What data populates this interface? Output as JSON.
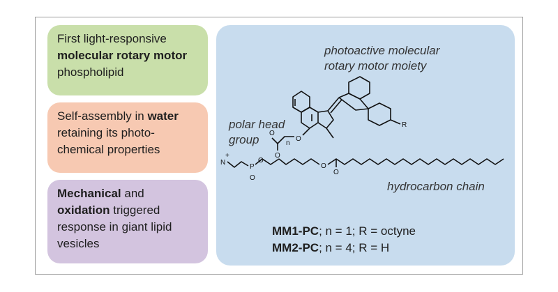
{
  "boxes": [
    {
      "parts": [
        {
          "t": "First light-responsive",
          "b": false,
          "br": true
        },
        {
          "t": "molecular rotary motor",
          "b": true,
          "br": true
        },
        {
          "t": "phospholipid",
          "b": false,
          "br": false
        }
      ],
      "color": "#c9dfaa"
    },
    {
      "parts": [
        {
          "t": "Self-assembly in ",
          "b": false,
          "br": false
        },
        {
          "t": "water",
          "b": true,
          "br": true
        },
        {
          "t": "retaining its photo-",
          "b": false,
          "br": true
        },
        {
          "t": "chemical properties",
          "b": false,
          "br": false
        }
      ],
      "color": "#f7c9b2"
    },
    {
      "parts": [
        {
          "t": "Mechanical",
          "b": true,
          "br": false
        },
        {
          "t": " and",
          "b": false,
          "br": true
        },
        {
          "t": "oxidation",
          "b": true,
          "br": false
        },
        {
          "t": " triggered",
          "b": false,
          "br": true
        },
        {
          "t": "response in giant lipid",
          "b": false,
          "br": true
        },
        {
          "t": "vesicles",
          "b": false,
          "br": false
        }
      ],
      "color": "#d3c4df"
    }
  ],
  "diagram": {
    "label_motor_1": "photoactive molecular",
    "label_motor_2": "rotary motor moiety",
    "label_head_1": "polar head",
    "label_head_2": "group",
    "label_chain": "hydrocarbon chain",
    "atoms": {
      "o": "O",
      "r": "R",
      "p": "P",
      "n": "N",
      "plus": "+",
      "sub_n": "n"
    },
    "panel_color": "#c8dcee"
  },
  "captions": [
    {
      "name": "MM1-PC",
      "rest": "; n = 1; R = octyne"
    },
    {
      "name": "MM2-PC",
      "rest": "; n = 4; R = H"
    }
  ]
}
